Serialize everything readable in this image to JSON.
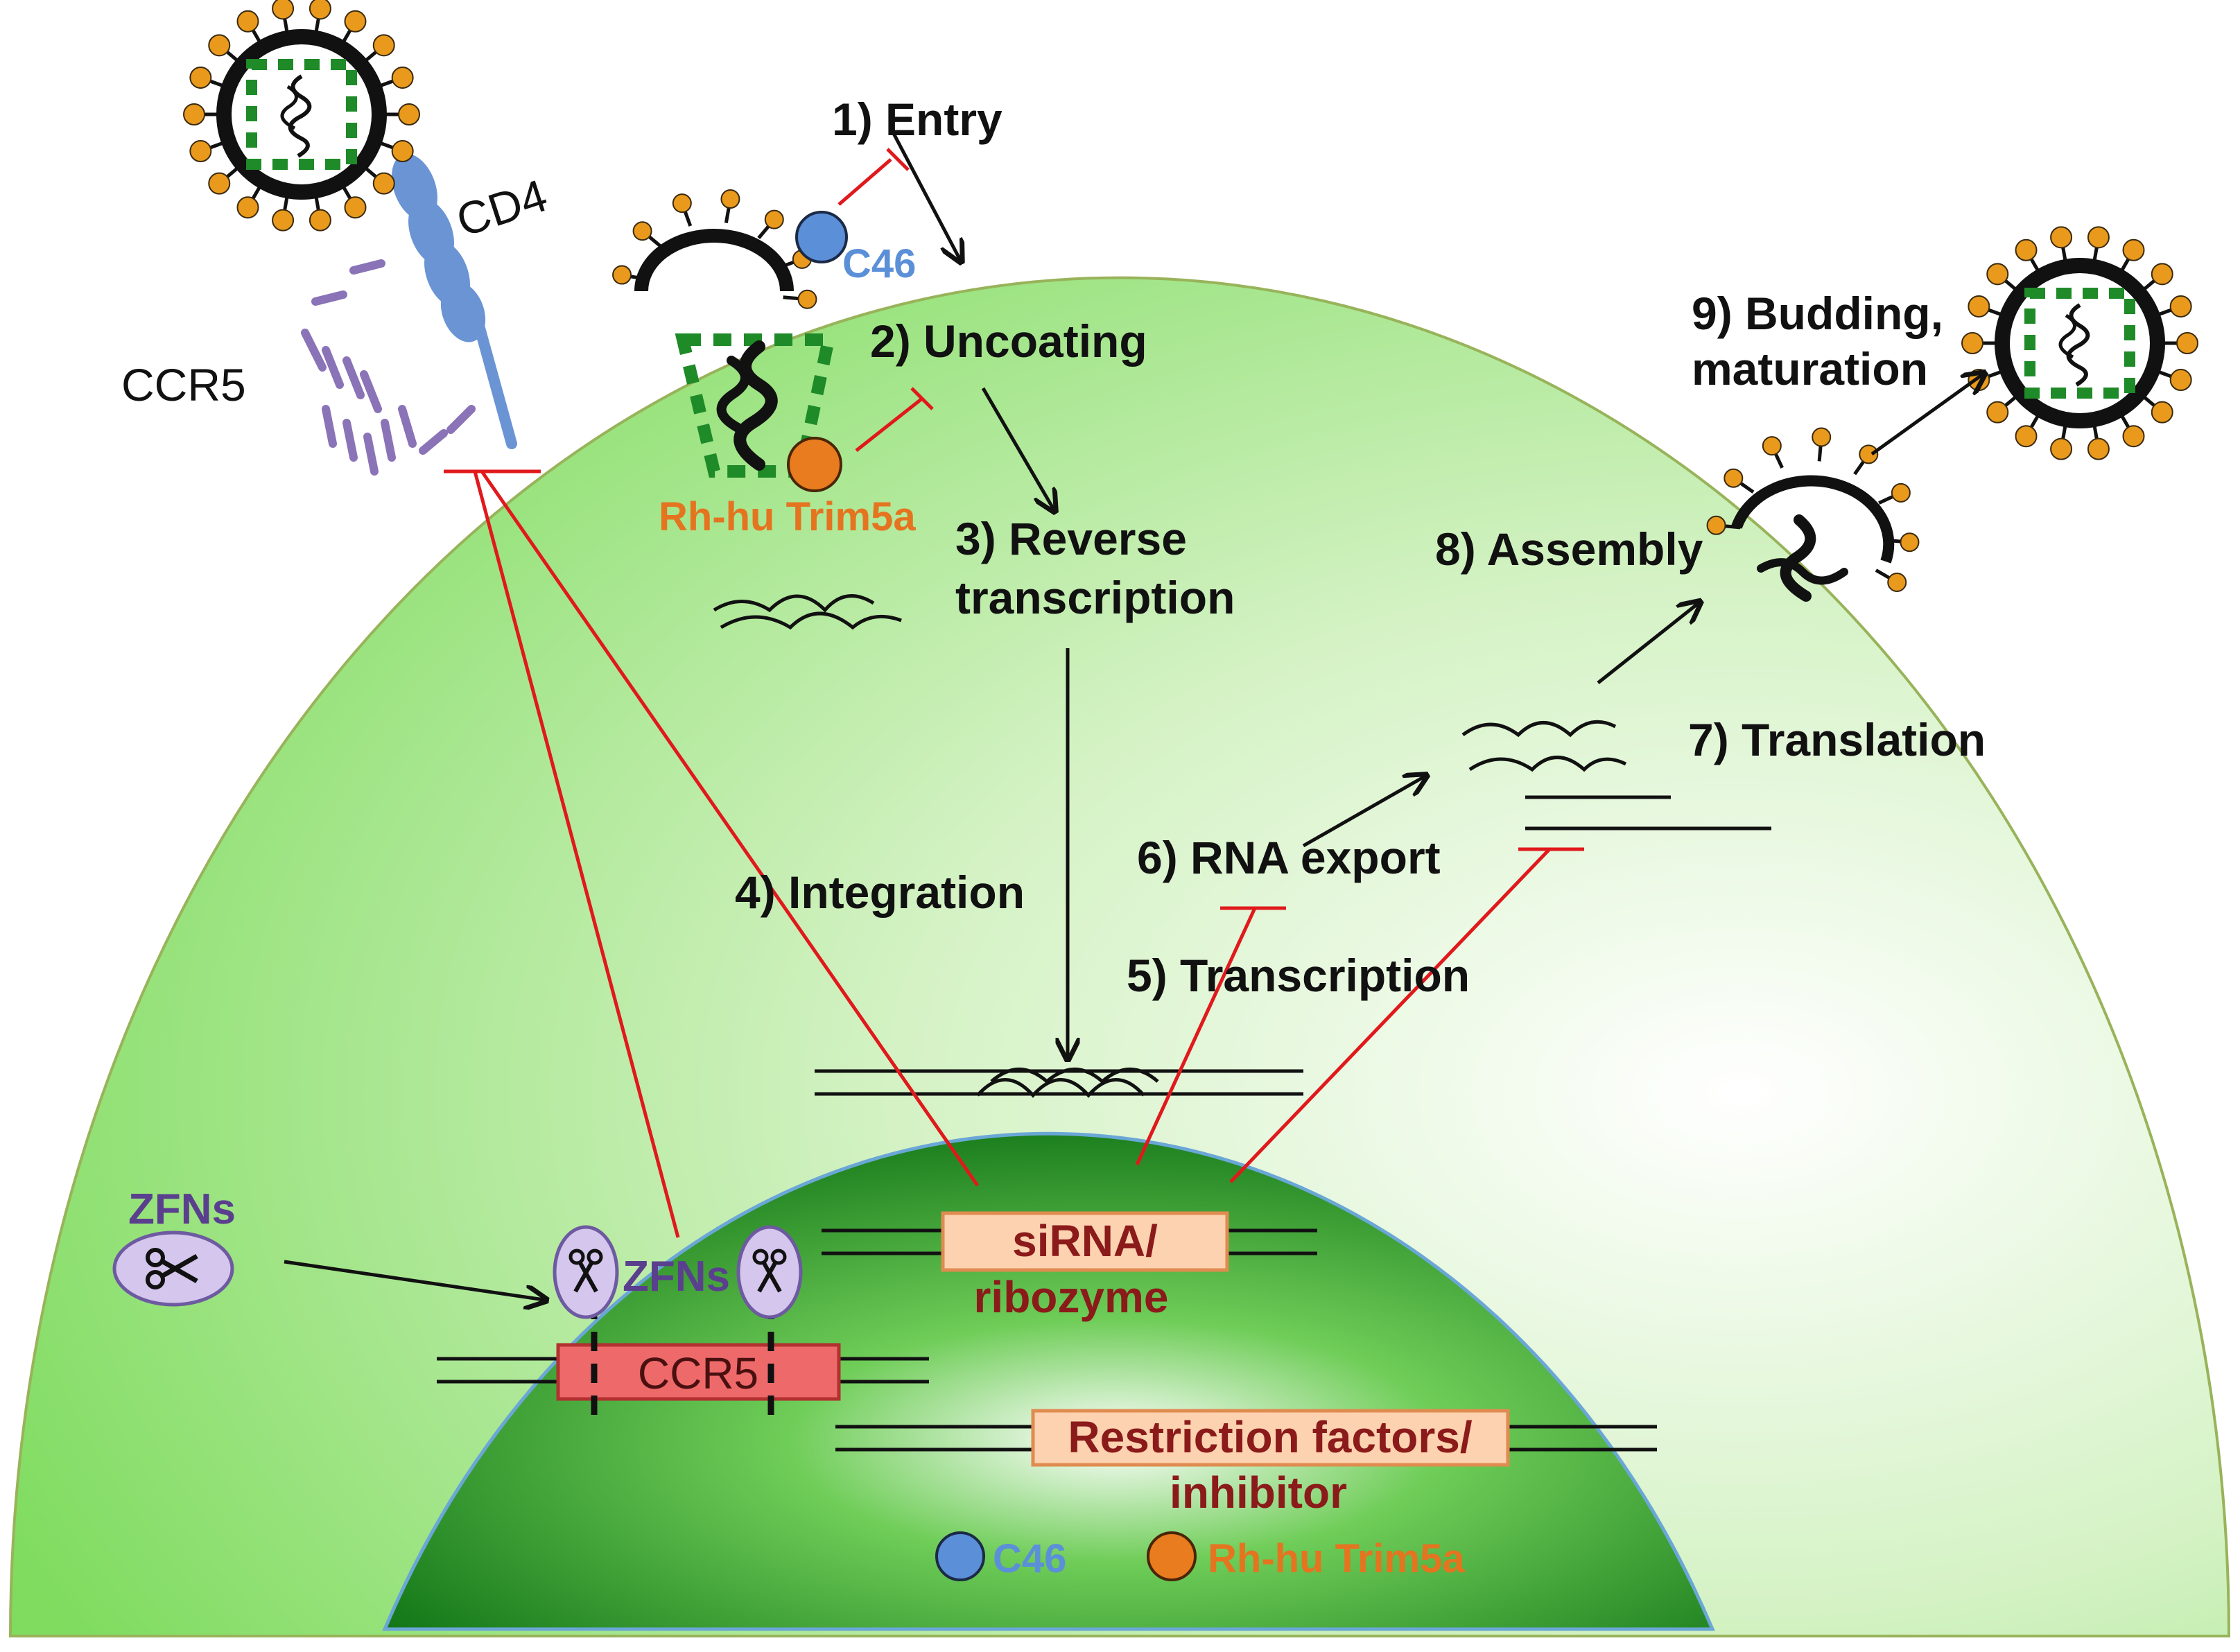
{
  "colors": {
    "cell_light": "#d4f2c4",
    "cell_mid": "#7fdc5f",
    "nucleus_dark": "#0b6f12",
    "nucleus_light": "#6fcd58",
    "inhibit": "#e0191c",
    "c46": "#5b8fd8",
    "trim": "#e97c1e",
    "trim_text": "#e57420",
    "zfn_text": "#5b3f8f",
    "ccr5_fill": "#ee6a6a",
    "box_fill": "#fcd2b0",
    "dark_red_text": "#8b1a1a",
    "cd4": "#6a94d4",
    "ccr5_receptor": "#8a73b6",
    "capsid": "#1e8a28",
    "spike": "#e99a1c"
  },
  "icons": {
    "virus": "hiv-virion-icon",
    "scissors": "scissors-icon",
    "arrow": "arrow-icon",
    "inhibition": "inhibition-bar-icon"
  },
  "steps": {
    "entry": "1) Entry",
    "uncoating": "2) Uncoating",
    "reverse_1": "3) Reverse",
    "reverse_2": "transcription",
    "integration": "4) Integration",
    "transcription": "5) Transcription",
    "rna_export": "6) RNA export",
    "translation": "7) Translation",
    "assembly": "8) Assembly",
    "budding_1": "9) Budding,",
    "budding_2": "maturation"
  },
  "labels": {
    "cd4": "CD4",
    "ccr5_receptor": "CCR5",
    "c46": "C46",
    "trim": "Rh-hu Trim5a",
    "zfns_outside": "ZFNs",
    "zfns_inside": "ZFNs",
    "ccr5_gene": "CCR5",
    "sirna_1": "siRNA/",
    "sirna_2": "ribozyme",
    "restriction_1": "Restriction factors/",
    "restriction_2": "inhibitor"
  },
  "legend": {
    "c46": "C46",
    "trim": "Rh-hu Trim5a"
  }
}
